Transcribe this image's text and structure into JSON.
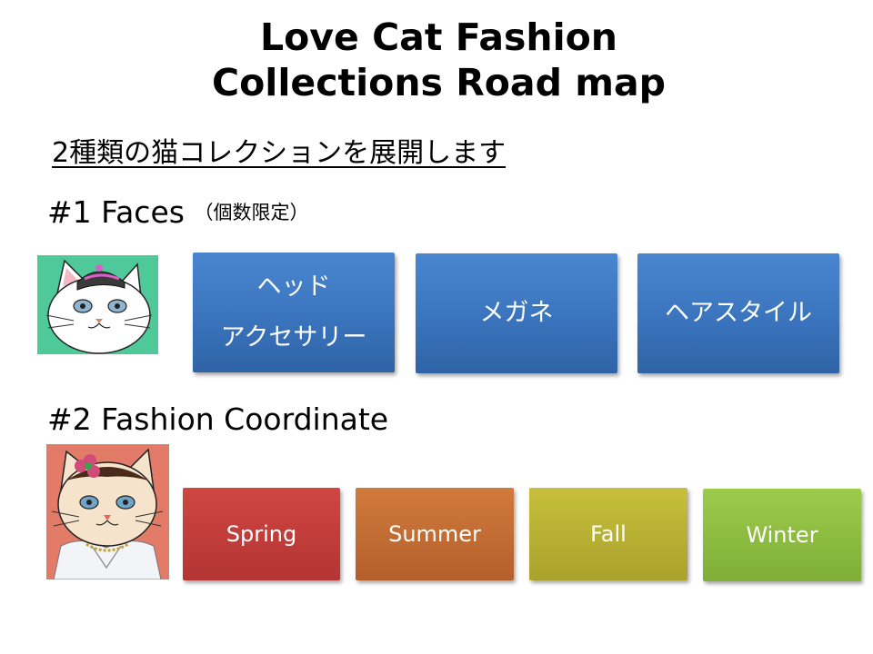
{
  "slide": {
    "title_line1": "Love Cat Fashion",
    "title_line2": "Collections  Road map",
    "subtitle": "2種類の猫コレクションを展開します"
  },
  "section1": {
    "heading": "#1 Faces",
    "note": "（個数限定）",
    "boxes": [
      {
        "lines": [
          "ヘッド",
          "アクセサリー"
        ]
      },
      {
        "lines": [
          "メガネ"
        ]
      },
      {
        "lines": [
          "ヘアスタイル"
        ]
      }
    ]
  },
  "section2": {
    "heading": "#2 Fashion Coordinate",
    "boxes": [
      {
        "label": "Spring"
      },
      {
        "label": "Summer"
      },
      {
        "label": "Fall"
      },
      {
        "label": "Winter"
      }
    ]
  },
  "colors": {
    "box_blue": "#3a74bd",
    "spring": "#c13c3a",
    "summer": "#c26d33",
    "fall": "#b9b034",
    "winter": "#8dbd42",
    "thumb1_bg": "#4fc99a",
    "thumb2_bg": "#e27b68"
  },
  "icons": {
    "thumb1": "white-cat-with-cap-illustration",
    "thumb2": "cat-with-flower-and-necklace-illustration"
  }
}
